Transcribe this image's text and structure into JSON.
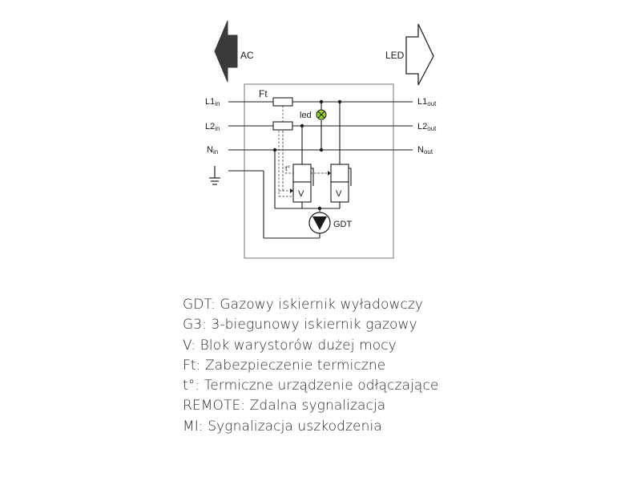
{
  "diagram": {
    "arrows": {
      "left_label": "AC",
      "right_label": "LED"
    },
    "terminals": {
      "l1_in": {
        "main": "L1",
        "sub": "in"
      },
      "l2_in": {
        "main": "L2",
        "sub": "in"
      },
      "n_in": {
        "main": "N",
        "sub": "in"
      },
      "l1_out": {
        "main": "L1",
        "sub": "out"
      },
      "l2_out": {
        "main": "L2",
        "sub": "out"
      },
      "n_out": {
        "main": "N",
        "sub": "out"
      }
    },
    "components": {
      "fuse_label": "Ft",
      "led_label": "led",
      "thermal_label": "t°",
      "varistor_label": "V",
      "gdt_label": "GDT"
    }
  },
  "legend": [
    "GDT: Gazowy iskiernik wyładowczy",
    "G3: 3-biegunowy iskiernik gazowy",
    "V: Blok warystorów dużej mocy",
    "Ft: Zabezpieczenie termiczne",
    "t°: Termiczne urządzenie odłączające",
    "REMOTE: Zdalna sygnalizacja",
    "MI: Sygnalizacja uszkodzenia"
  ],
  "colors": {
    "arrow_fill": "#3a3a3a",
    "line": "#1a1a1a",
    "enclosure": "#8a8a8a",
    "led": "#9acd32"
  }
}
